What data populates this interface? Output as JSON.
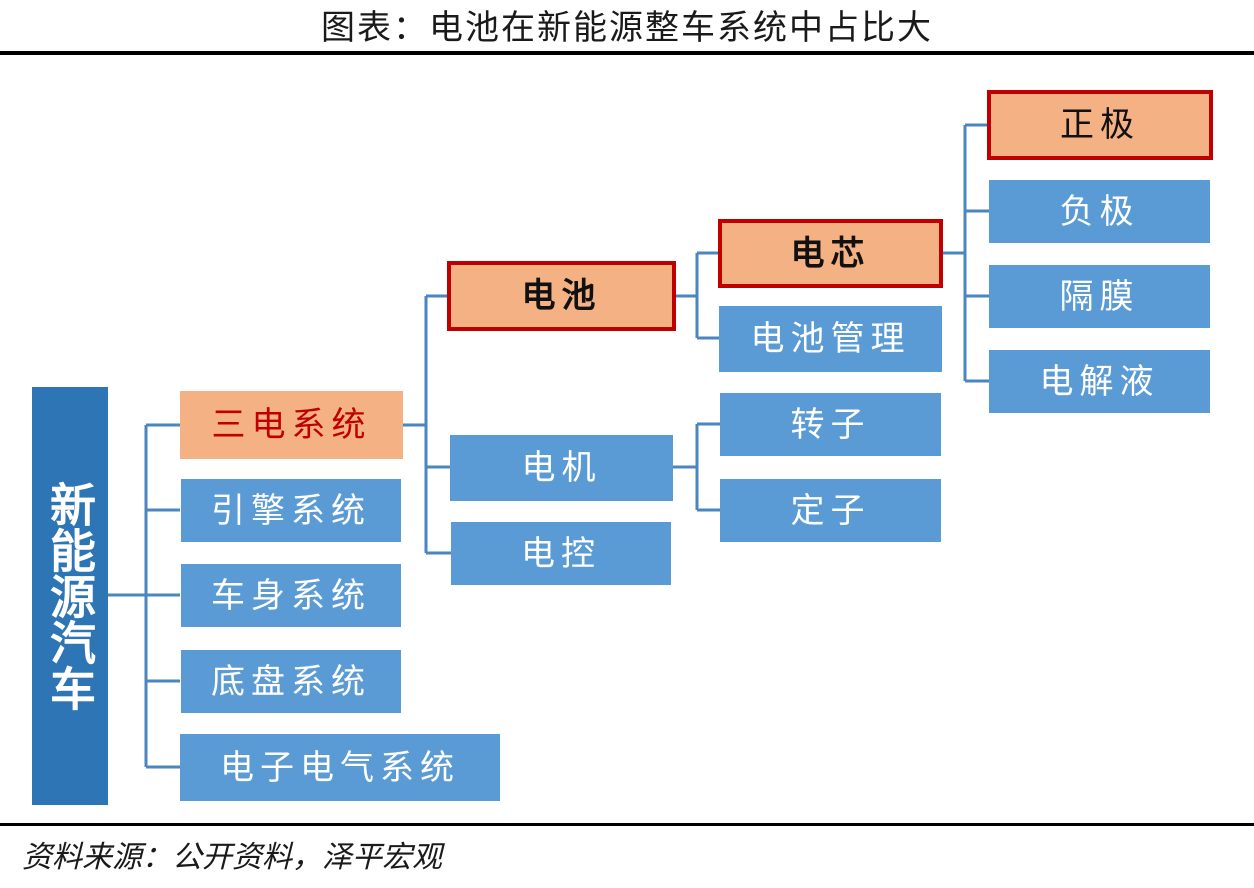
{
  "title": "图表：电池在新能源整车系统中占比大",
  "source": "资料来源：公开资料，泽平宏观",
  "root": "新能源汽车",
  "level1": [
    "三电系统",
    "引擎系统",
    "车身系统",
    "底盘系统",
    "电子电气系统"
  ],
  "level2": [
    "电池",
    "电机",
    "电控"
  ],
  "level3": [
    "电芯",
    "电池管理",
    "转子",
    "定子"
  ],
  "level4": [
    "正极",
    "负极",
    "隔膜",
    "电解液"
  ],
  "colors": {
    "blue": "#5b9bd5",
    "dark_blue": "#2e75b6",
    "orange": "#f4b183",
    "red": "#c00000",
    "line": "#4a86c0"
  }
}
